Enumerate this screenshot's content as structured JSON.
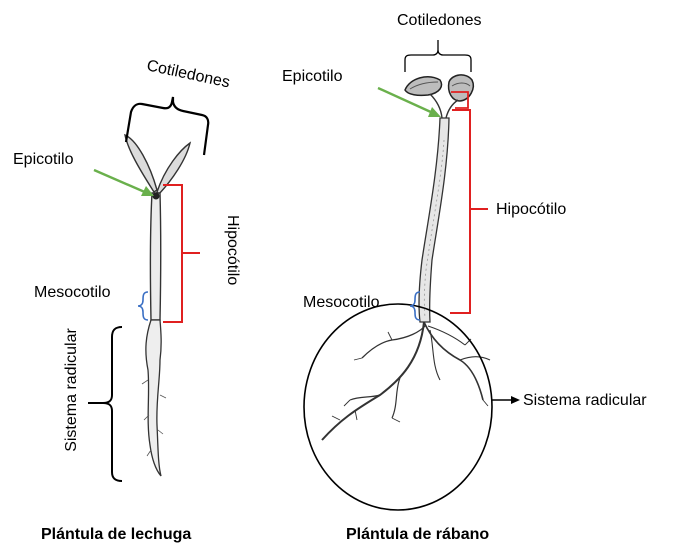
{
  "lettuce": {
    "cotyledons": "Cotiledones",
    "epicotyl": "Epicotilo",
    "hypocotyl": "Hipocótilo",
    "mesocotyl": "Mesocotilo",
    "root_system": "Sistema radicular",
    "caption": "Plántula de lechuga"
  },
  "radish": {
    "cotyledons": "Cotiledones",
    "epicotyl": "Epicotilo",
    "hypocotyl": "Hipocótilo",
    "mesocotyl": "Mesocotilo",
    "root_system": "Sistema radicular",
    "caption": "Plántula de rábano"
  },
  "colors": {
    "epicotyl_arrow": "#6ab04c",
    "hypocotyl_bracket": "#e02020",
    "mesocotyl_bracket": "#3a6fc4",
    "bracket_black": "#000000",
    "line_art": "#333333"
  }
}
